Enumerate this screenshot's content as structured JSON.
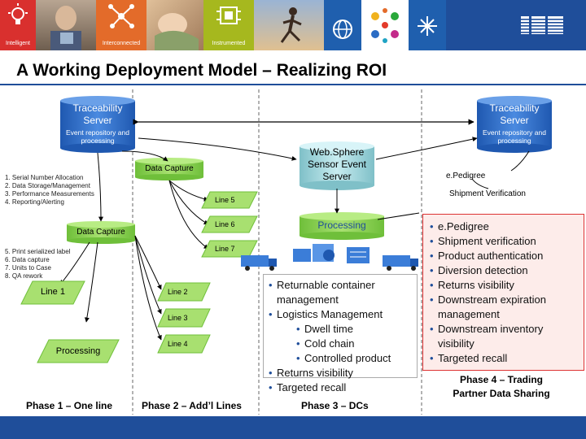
{
  "banner": {
    "tiles": [
      {
        "caption": "Intelligent",
        "icon": "intelligent-icon",
        "bg": "#d9302e"
      },
      {
        "caption": "",
        "icon": "person-photo-icon",
        "bg": "#8a7a6a"
      },
      {
        "caption": "Interconnected",
        "icon": "network-icon",
        "bg": "#e36b2a"
      },
      {
        "caption": "",
        "icon": "sleeping-baby-photo-icon",
        "bg": "#c79a72"
      },
      {
        "caption": "Instrumented",
        "icon": "chip-icon",
        "bg": "#a6b81e"
      },
      {
        "caption": "",
        "icon": "runner-photo-icon",
        "bg": "#6a8ab0"
      },
      {
        "caption": "",
        "icon": "globe-icon",
        "bg": "#1f5fae"
      },
      {
        "caption": "",
        "icon": "burst-icon",
        "bg": "#ffffff"
      },
      {
        "caption": "",
        "icon": "starburst-icon",
        "bg": "#1f5fae"
      }
    ],
    "logo": "IBM"
  },
  "title": "A Working Deployment Model – Realizing ROI",
  "servers": {
    "left": {
      "title": "Traceability Server",
      "subtitle": "Event repository and processing"
    },
    "right": {
      "title": "Traceability Server",
      "subtitle": "Event repository and processing"
    }
  },
  "websphere": "Web.Sphere Sensor Event Server",
  "processing_center": "Processing",
  "data_capture_top": "Data Capture",
  "data_capture_mid": "Data Capture",
  "left_list_1": [
    "1. Serial Number Allocation",
    "2. Data Storage/Management",
    "3. Performance Measurements",
    "4. Reporting/Alerting"
  ],
  "left_list_2": [
    "5. Print serialized label",
    "6. Data capture",
    "7. Units to Case",
    "8. QA rework"
  ],
  "lines": {
    "line5": "Line 5",
    "line6": "Line 6",
    "line7": "Line 7",
    "line2": "Line 2",
    "line3": "Line 3",
    "line4": "Line 4"
  },
  "phase1": {
    "line1": "Line 1",
    "processing": "Processing",
    "title": "Phase 1 – One line"
  },
  "phase2": {
    "title": "Phase 2 – Add’l Lines"
  },
  "phase3": {
    "title": "Phase 3 – DCs",
    "items": [
      "Returnable container",
      "management",
      "Logistics Management",
      "Dwell time",
      "Cold chain",
      "Controlled product",
      "Returns visibility",
      "Targeted recall"
    ]
  },
  "phase4": {
    "epedigree_label": "e.Pedigree",
    "shipment_label": "Shipment Verification",
    "title": "Phase 4 – Trading Partner Data Sharing",
    "items": [
      "e.Pedigree",
      "Shipment verification",
      "Product authentication",
      "Diversion detection",
      "Returns visibility",
      "Downstream expiration",
      "management",
      "Downstream inventory",
      "visibility",
      "Targeted recall"
    ]
  },
  "colors": {
    "ibm_blue": "#1f4e9a",
    "cyl_blue": "#2a6cc4",
    "cyl_green": "#8fd14f",
    "truck_blue": "#3b7dd8",
    "alert_red": "#d33333"
  }
}
